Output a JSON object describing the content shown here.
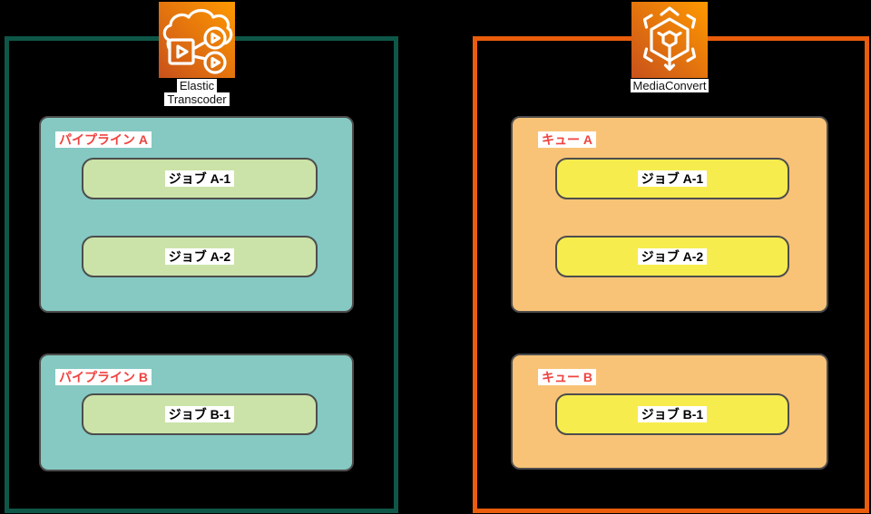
{
  "canvas": {
    "background": "#000000"
  },
  "colors": {
    "transcoder_group_border": "#0E5748",
    "mediaconvert_group_border": "#E95D0C",
    "pipeline_fill": "#85C9C2",
    "queue_fill": "#F8C377",
    "pipeline_job_fill": "#CBE3A9",
    "queue_job_fill": "#F7EC4E",
    "box_border": "#4D4D4D",
    "label_text_red": "#EF4440",
    "label_chip_background": "#FFFFFF",
    "icon_gradient_start": "#C8511B",
    "icon_gradient_end": "#FF9900"
  },
  "elastic_transcoder": {
    "caption_line1": "Elastic",
    "caption_line2": "Transcoder",
    "pipelines": [
      {
        "label": "パイプライン A",
        "jobs": [
          "ジョブ A-1",
          "ジョブ A-2"
        ]
      },
      {
        "label": "パイプライン B",
        "jobs": [
          "ジョブ B-1"
        ]
      }
    ]
  },
  "mediaconvert": {
    "caption": "MediaConvert",
    "queues": [
      {
        "label": "キュー A",
        "jobs": [
          "ジョブ A-1",
          "ジョブ A-2"
        ]
      },
      {
        "label": "キュー B",
        "jobs": [
          "ジョブ B-1"
        ]
      }
    ]
  }
}
